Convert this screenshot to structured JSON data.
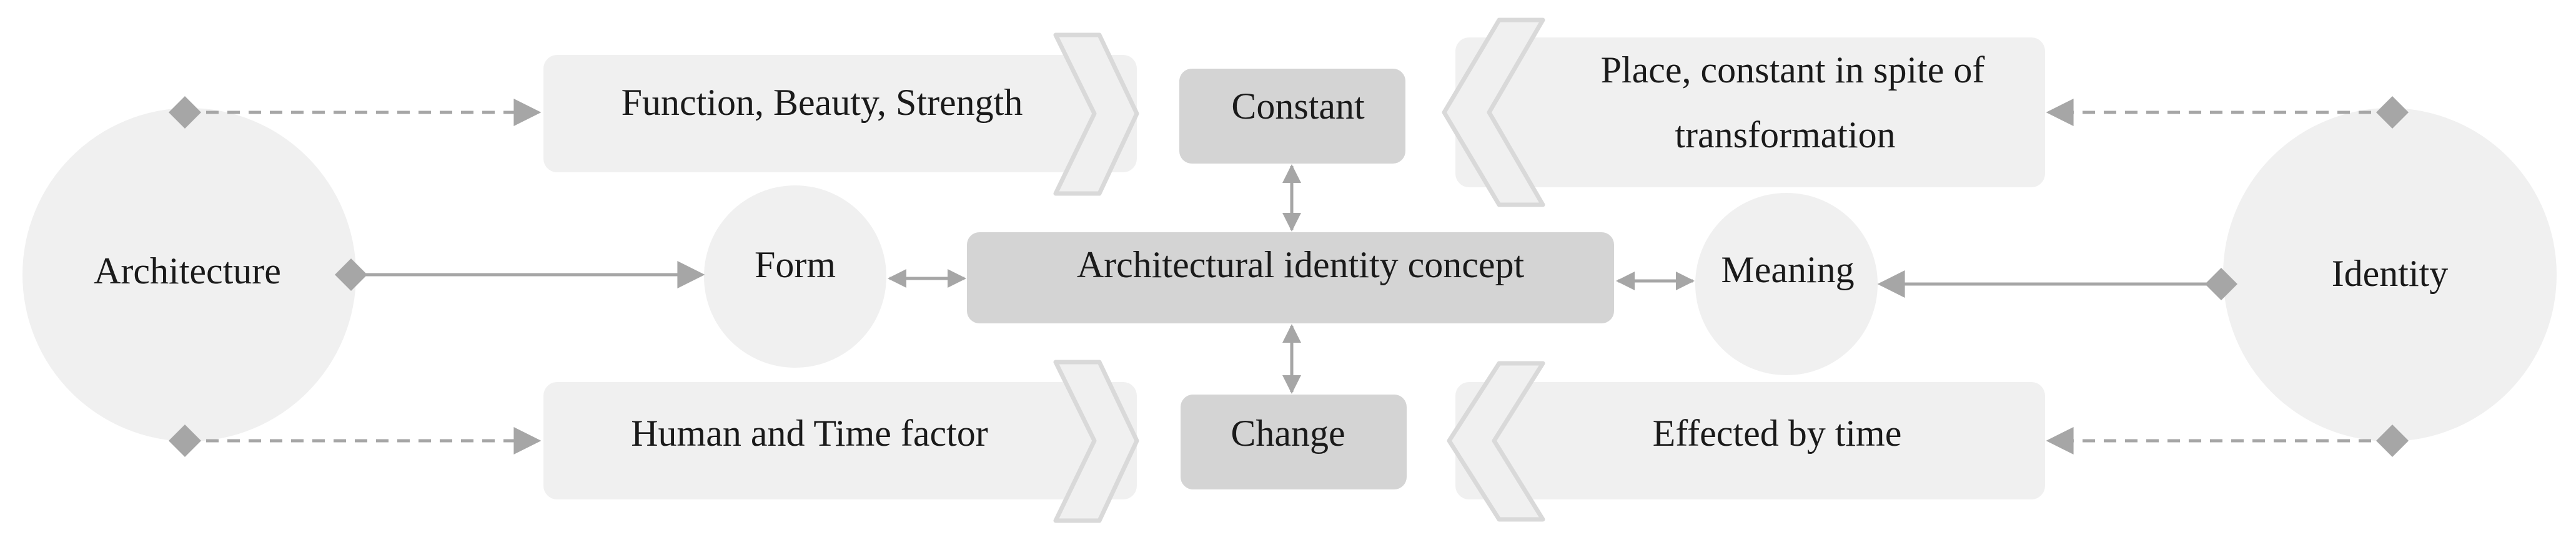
{
  "nodes": {
    "architecture": "Architecture",
    "identity": "Identity",
    "form": "Form",
    "meaning": "Meaning",
    "concept": "Architectural identity concept",
    "constant": "Constant",
    "change": "Change",
    "function_beauty_strength": "Function, Beauty, Strength",
    "human_time_factor": "Human and Time factor",
    "place_line1": "Place, constant in spite of",
    "place_line2": "transformation",
    "effected_by_time": "Effected by time"
  },
  "colors": {
    "circle_fill": "#f0f0f0",
    "light_box": "#f0f0f0",
    "dark_box": "#d4d4d4",
    "line": "#a6a6a6",
    "chevron_stroke": "#d9d9d9",
    "text": "#1a1a1a"
  }
}
